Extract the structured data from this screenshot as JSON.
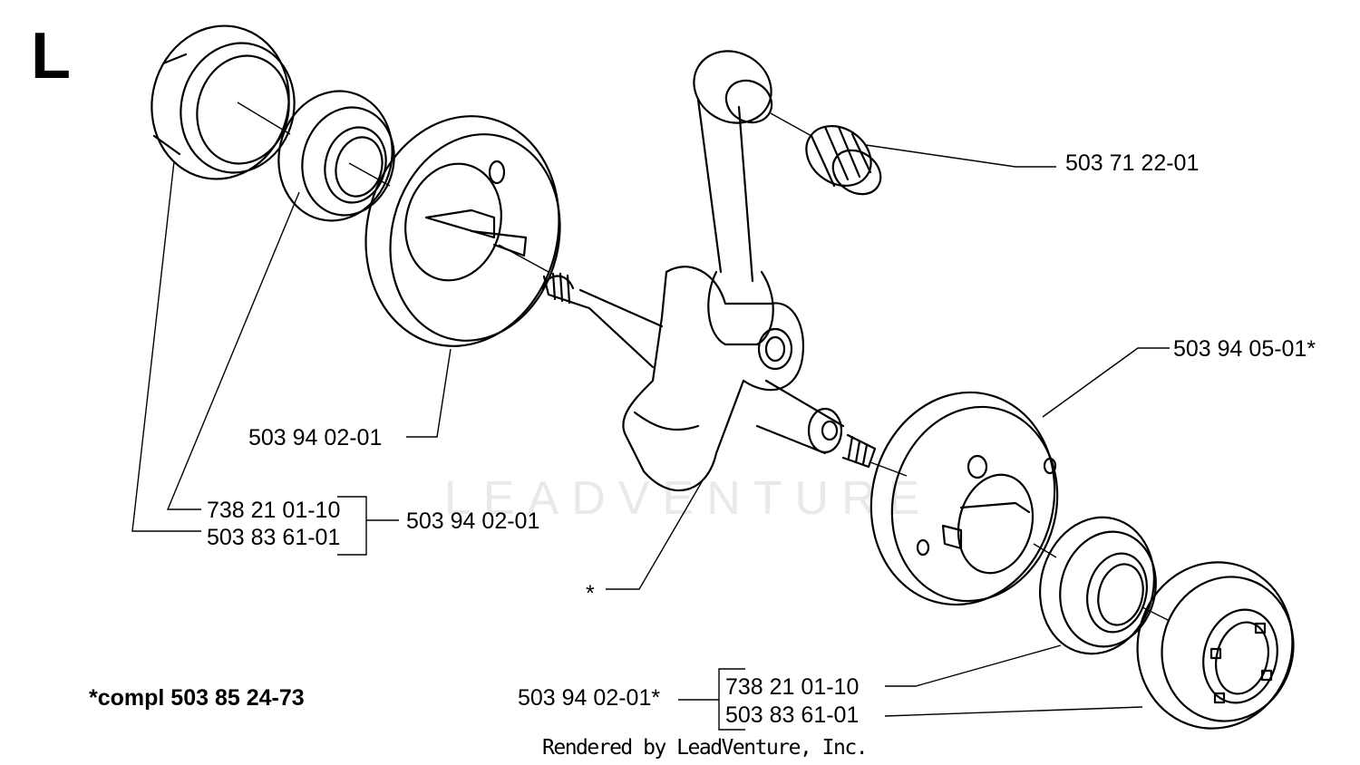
{
  "diagram": {
    "section_letter": "L",
    "watermark": "LEADVENTURE",
    "parts": [
      {
        "id": "needle-bearing",
        "number": "503 71 22-01"
      },
      {
        "id": "right-crank-half",
        "number": "503 94 05-01*"
      },
      {
        "id": "left-crank-half",
        "number": "503 94 02-01"
      },
      {
        "id": "left-bearing",
        "number": "738 21 01-10"
      },
      {
        "id": "left-seal",
        "number": "503 83 61-01"
      },
      {
        "id": "left-kit",
        "number": "503 94 02-01"
      },
      {
        "id": "crankshaft",
        "number": "*"
      },
      {
        "id": "right-kit",
        "number": "503 94 02-01*"
      },
      {
        "id": "right-bearing",
        "number": "738 21 01-10"
      },
      {
        "id": "right-seal",
        "number": "503 83 61-01"
      }
    ],
    "complete_note": "*compl 503 85 24-73",
    "footer": "Rendered by LeadVenture, Inc."
  }
}
